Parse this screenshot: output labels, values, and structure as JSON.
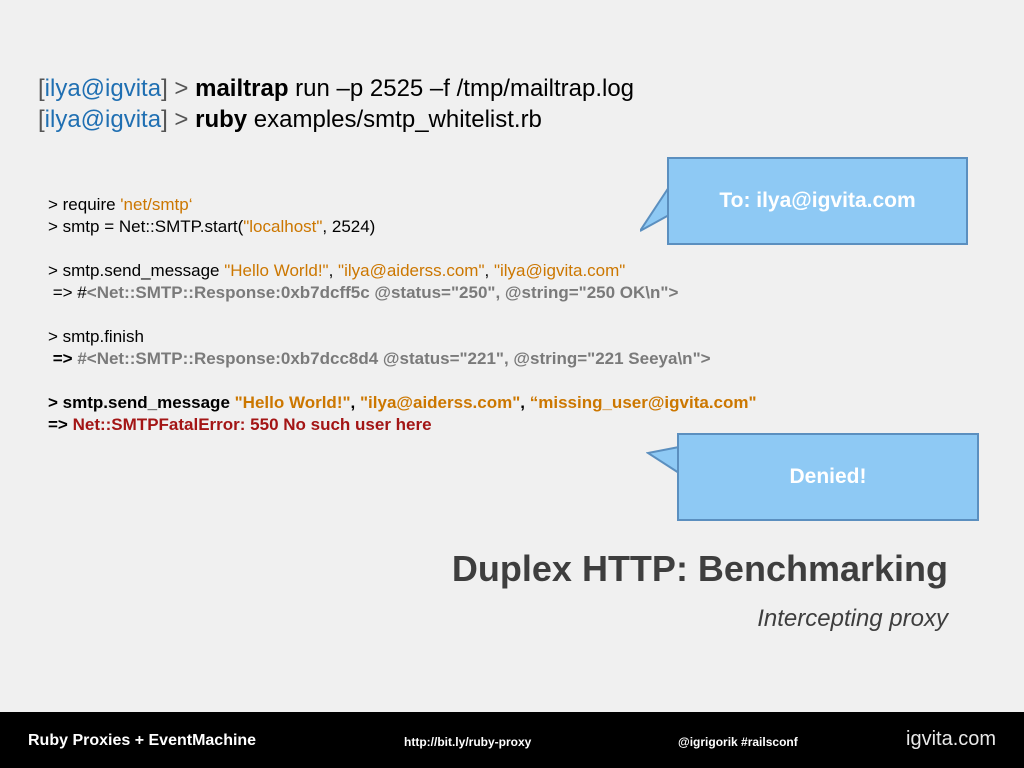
{
  "commands": [
    {
      "bracket_open": "[",
      "host": "ilya@igvita",
      "bracket_close": "]",
      "prompt": ">",
      "program": "mailtrap",
      "args": "run –p 2525 –f /tmp/mailtrap.log"
    },
    {
      "bracket_open": "[",
      "host": "ilya@igvita",
      "bracket_close": "]",
      "prompt": ">",
      "program": "ruby",
      "args": "examples/smtp_whitelist.rb"
    }
  ],
  "code": {
    "l1_a": "> require ",
    "l1_b": "'net/smtp‘",
    "l2_a": "> smtp = Net::SMTP.start(",
    "l2_b": "\"localhost\"",
    "l2_c": ", 2524)",
    "l3_a": "> smtp.send_message ",
    "l3_b": "\"Hello World!\"",
    "l3_c": ", ",
    "l3_d": "\"ilya@aiderss.com\"",
    "l3_e": ", ",
    "l3_f": "\"ilya@igvita.com\"",
    "l4_a": " => #",
    "l4_b": "<Net::SMTP::Response:0xb7dcff5c @status=\"250\", @string=\"250 OK\\n\">",
    "l5_a": "> smtp.finish",
    "l6_a": " => ",
    "l6_b": "#<Net::SMTP::Response:0xb7dcc8d4 @status=\"221\", @string=\"221 Seeya\\n\">",
    "l7_a": "> smtp.send_message ",
    "l7_b": "\"Hello World!\"",
    "l7_c": ", ",
    "l7_d": "\"ilya@aiderss.com\"",
    "l7_e": ", ",
    "l7_f": "“missing_user@igvita.com\"",
    "l8_a": "=> ",
    "l8_b": "Net::SMTPFatalError: 550 No such user here"
  },
  "callouts": {
    "to": "To: ilya@igvita.com",
    "denied": "Denied!"
  },
  "title": "Duplex HTTP: Benchmarking",
  "subtitle": "Intercepting proxy",
  "footer": {
    "left": "Ruby Proxies + EventMachine",
    "link": "http://bit.ly/ruby-proxy",
    "handles": "@igrigorik #railsconf",
    "logo": "igvita.com"
  },
  "colors": {
    "host": "#1f6fb2",
    "string": "#cc7700",
    "error": "#a31515",
    "callout_fill": "#8ec9f4",
    "callout_border": "#5b8fbf"
  }
}
